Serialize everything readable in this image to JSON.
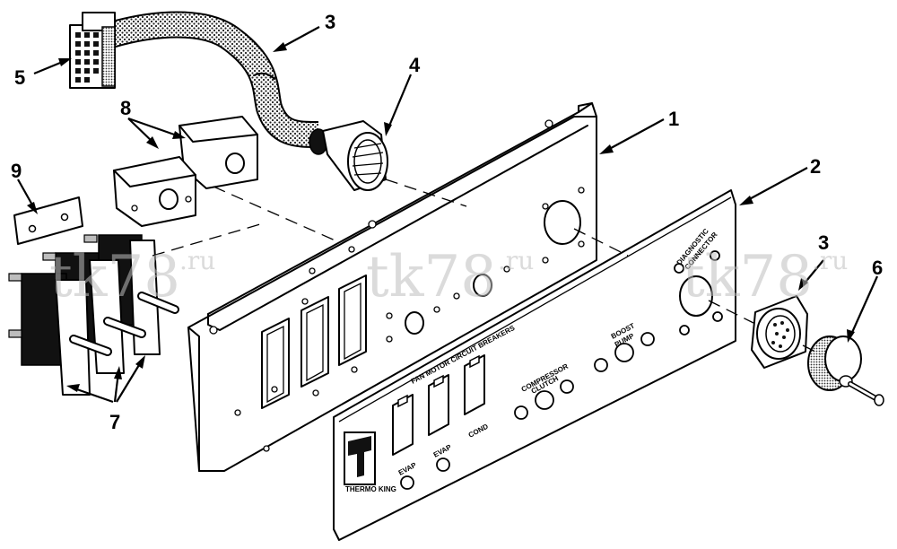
{
  "callouts": {
    "c1": "1",
    "c2": "2",
    "c3a": "3",
    "c3b": "3",
    "c4": "4",
    "c5": "5",
    "c6": "6",
    "c7": "7",
    "c8": "8",
    "c9": "9"
  },
  "panel_labels": {
    "fan_motor_circuit_breakers": "FAN MOTOR  CIRCUIT BREAKERS",
    "compressor_clutch_1": "COMPRESSOR",
    "compressor_clutch_2": "CLUTCH",
    "boost_pump_1": "BOOST",
    "boost_pump_2": "PUMP",
    "diagnostic_1": "DIAGNOSTIC",
    "diagnostic_2": "CONNECTOR",
    "evap_1": "EVAP",
    "evap_2": "EVAP",
    "cond": "COND"
  },
  "logo_text": "THERMO KING",
  "watermark": {
    "text": "tk78",
    "suffix": ".ru"
  }
}
